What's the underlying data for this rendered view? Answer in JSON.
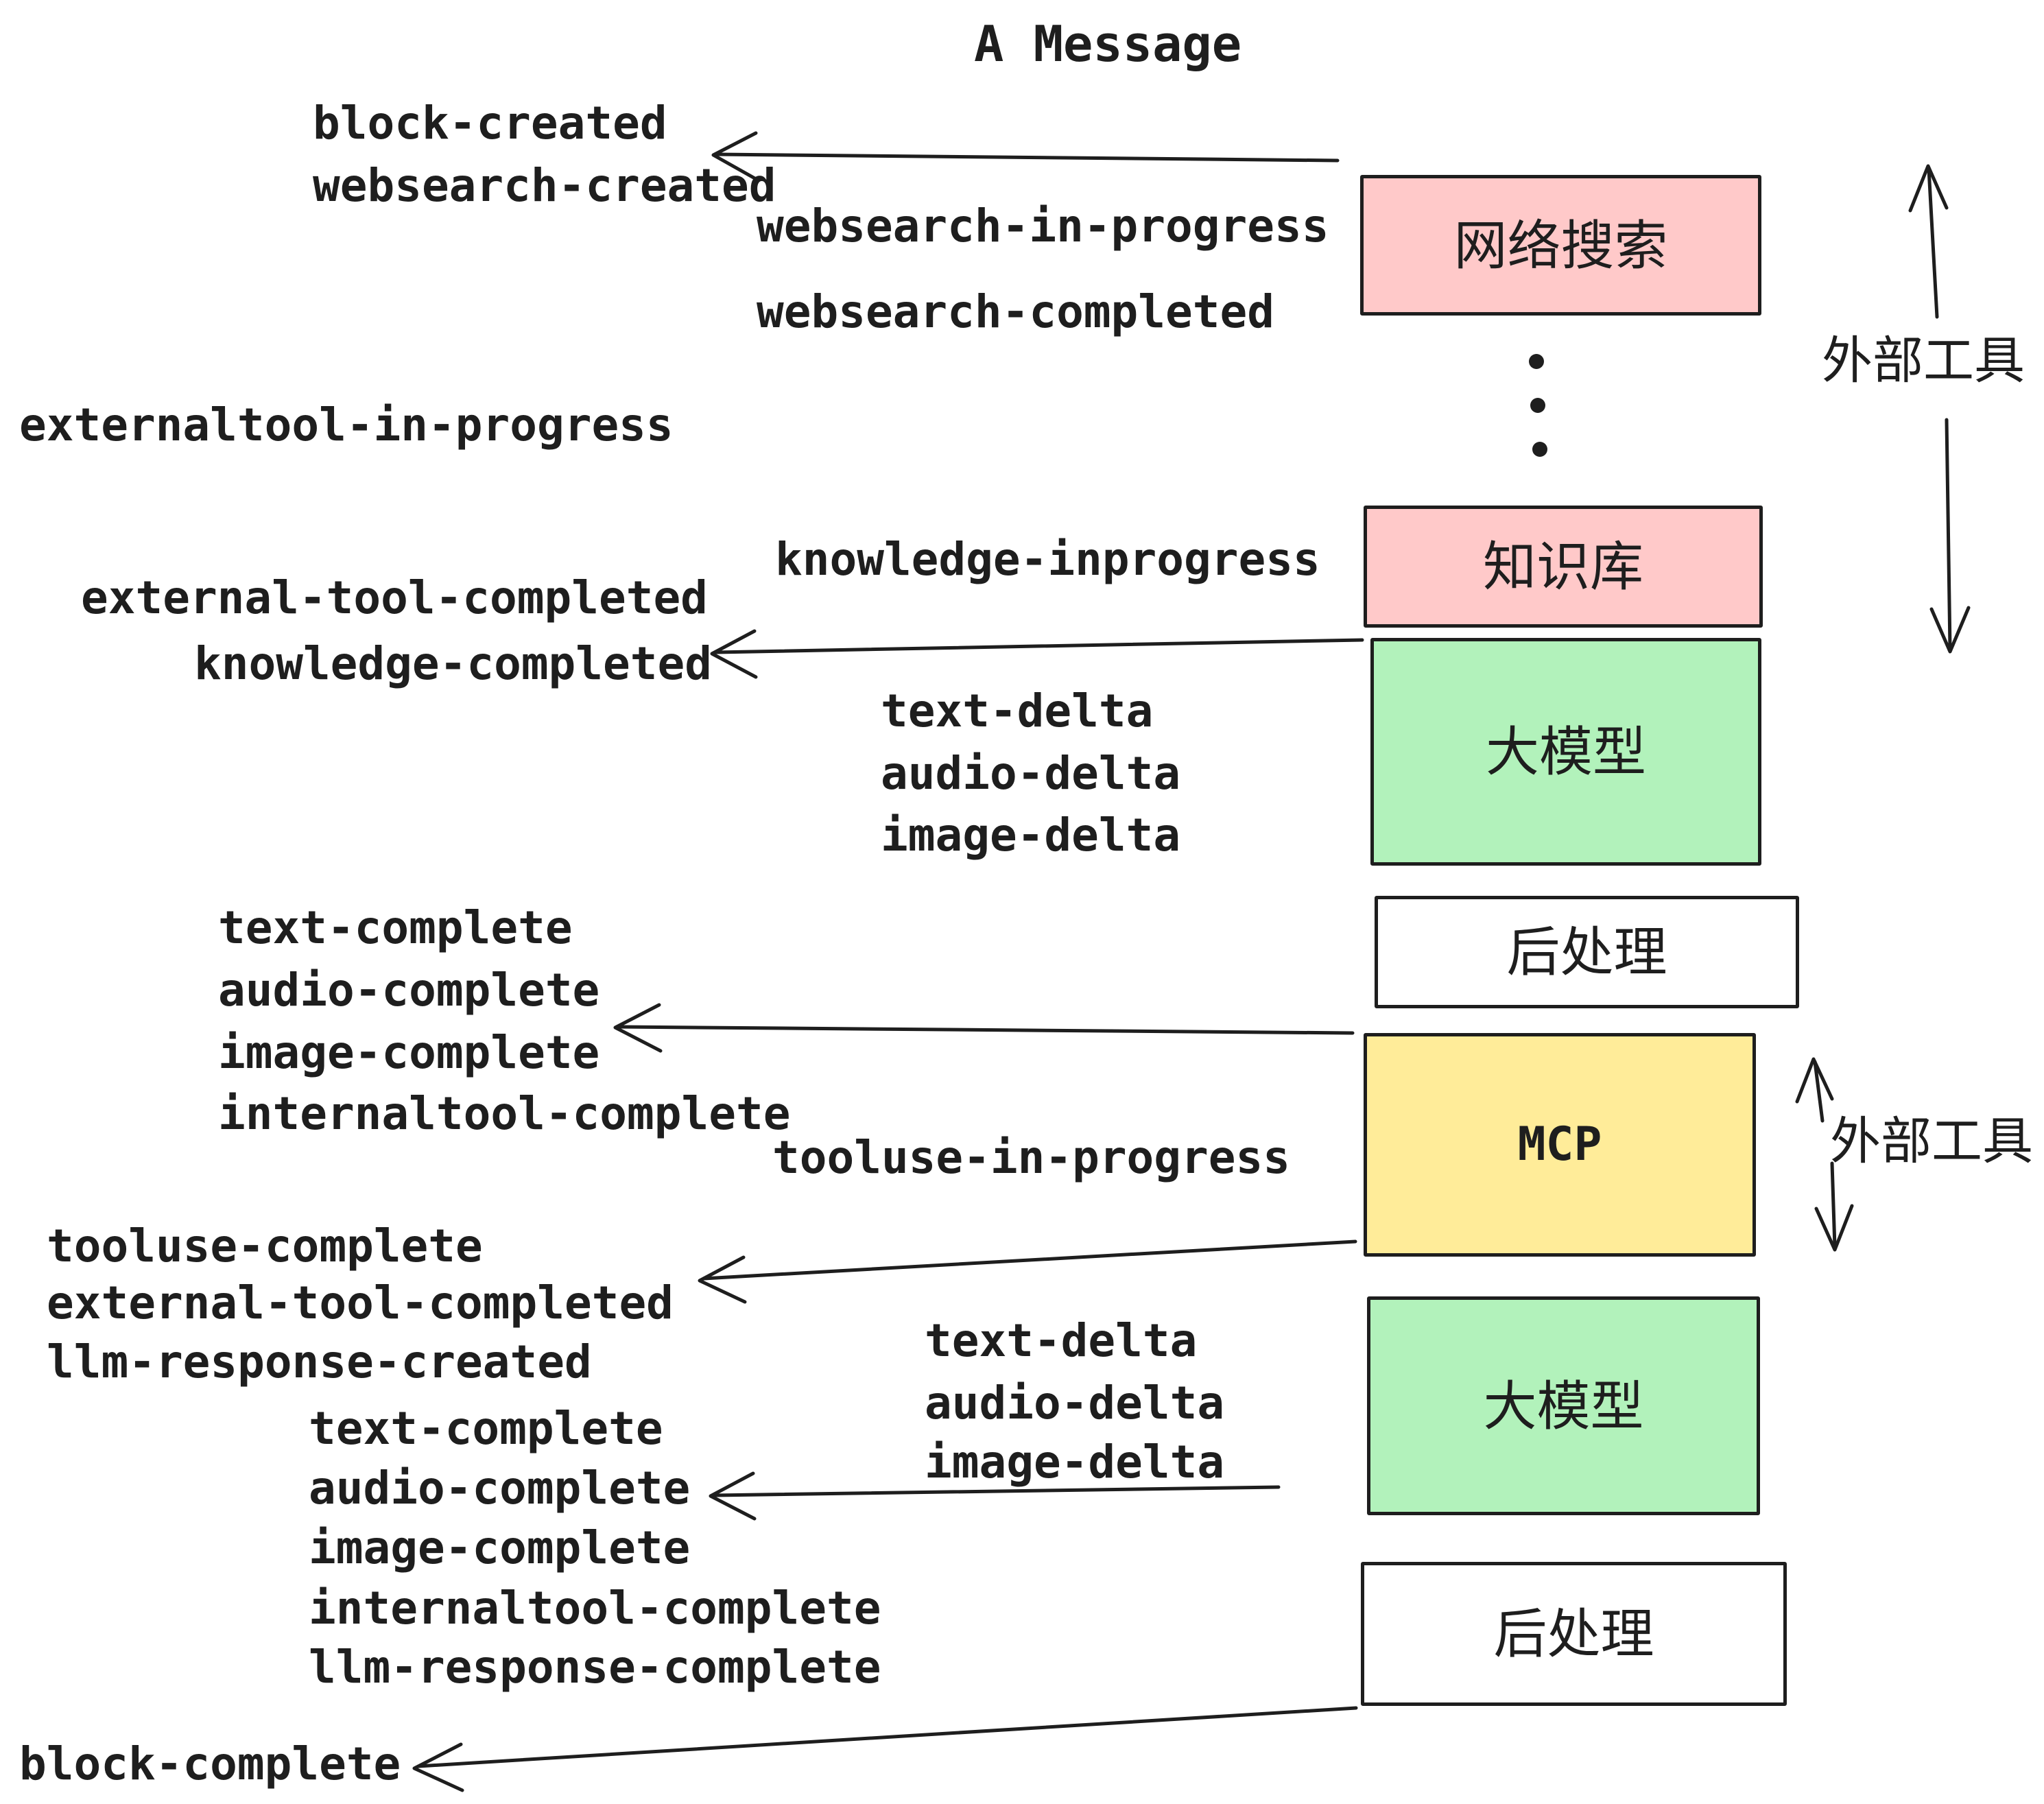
{
  "title": "A Message",
  "events": {
    "block_created": "block-created",
    "websearch_created": "websearch-created",
    "websearch_in_progress": "websearch-in-progress",
    "websearch_completed": "websearch-completed",
    "externaltool_in_progress": "externaltool-in-progress",
    "knowledge_inprogress": "knowledge-inprogress",
    "external_tool_completed": "external-tool-completed",
    "knowledge_completed": "knowledge-completed",
    "text_delta": "text-delta",
    "audio_delta": "audio-delta",
    "image_delta": "image-delta",
    "text_complete": "text-complete",
    "audio_complete": "audio-complete",
    "image_complete": "image-complete",
    "internaltool_complete": "internaltool-complete",
    "tooluse_in_progress": "tooluse-in-progress",
    "tooluse_complete": "tooluse-complete",
    "llm_response_created": "llm-response-created",
    "llm_response_complete": "llm-response-complete",
    "block_complete": "block-complete"
  },
  "boxes": {
    "websearch": "网络搜索",
    "knowledge": "知识库",
    "llm": "大模型",
    "post": "后处理",
    "mcp": "MCP"
  },
  "side_labels": {
    "external_tools": "外部工具"
  },
  "colors": {
    "pink": "#ffc9c9",
    "green": "#b2f2bb",
    "yellow": "#ffec99",
    "ink": "#1e1e1e",
    "bg": "#ffffff"
  }
}
